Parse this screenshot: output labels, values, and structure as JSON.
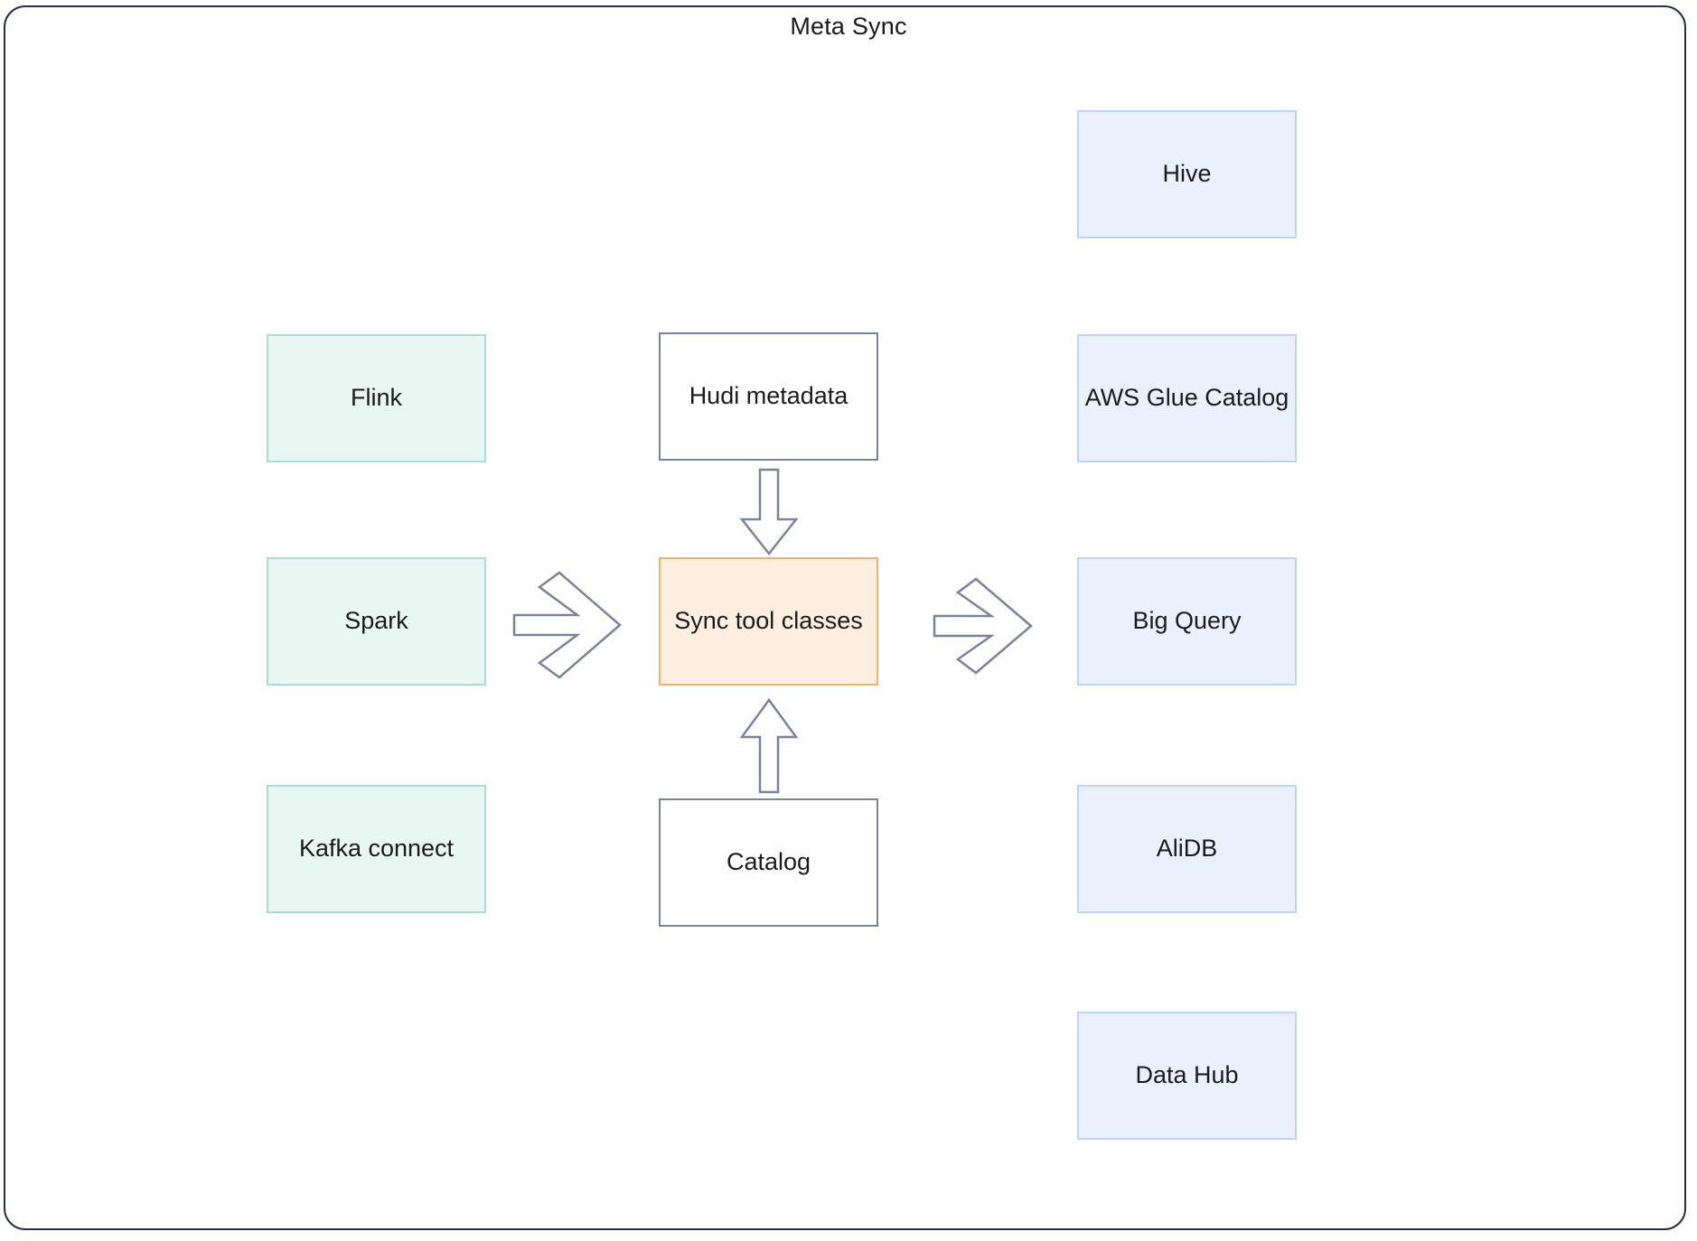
{
  "diagram": {
    "title": "Meta Sync",
    "type": "block-diagram",
    "frame_border_color": "#2b2e4a",
    "background": "#ffffff"
  },
  "palette": {
    "source_fill": "#e9f7f3",
    "source_stroke": "#a8ddd6",
    "plain_fill": "#ffffff",
    "plain_stroke": "#7b829c",
    "accent_fill": "#fdeedf",
    "accent_stroke": "#eeb36c",
    "target_fill": "#eaf1fd",
    "target_stroke": "#bcd5f4",
    "arrow_stroke": "#7b829c",
    "text": "#1b1b1b"
  },
  "nodes": {
    "sources": [
      {
        "id": "flink",
        "label": "Flink"
      },
      {
        "id": "spark",
        "label": "Spark"
      },
      {
        "id": "kafka-connect",
        "label": "Kafka connect"
      }
    ],
    "center": [
      {
        "id": "hudi-metadata",
        "label": "Hudi metadata"
      },
      {
        "id": "sync-tool-classes",
        "label": "Sync tool classes"
      },
      {
        "id": "catalog",
        "label": "Catalog"
      }
    ],
    "targets": [
      {
        "id": "hive",
        "label": "Hive"
      },
      {
        "id": "aws-glue-catalog",
        "label": "AWS Glue Catalog"
      },
      {
        "id": "big-query",
        "label": "Big Query"
      },
      {
        "id": "alidb",
        "label": "AliDB"
      },
      {
        "id": "data-hub",
        "label": "Data Hub"
      }
    ]
  },
  "connectors": [
    {
      "id": "sources-to-sync",
      "kind": "block-arrow-right",
      "from": "sources",
      "to": "sync-tool-classes"
    },
    {
      "id": "sync-to-targets",
      "kind": "block-arrow-right",
      "from": "sync-tool-classes",
      "to": "targets"
    },
    {
      "id": "hudi-to-sync",
      "kind": "arrow-down",
      "from": "hudi-metadata",
      "to": "sync-tool-classes"
    },
    {
      "id": "catalog-to-sync",
      "kind": "arrow-up",
      "from": "catalog",
      "to": "sync-tool-classes"
    }
  ]
}
